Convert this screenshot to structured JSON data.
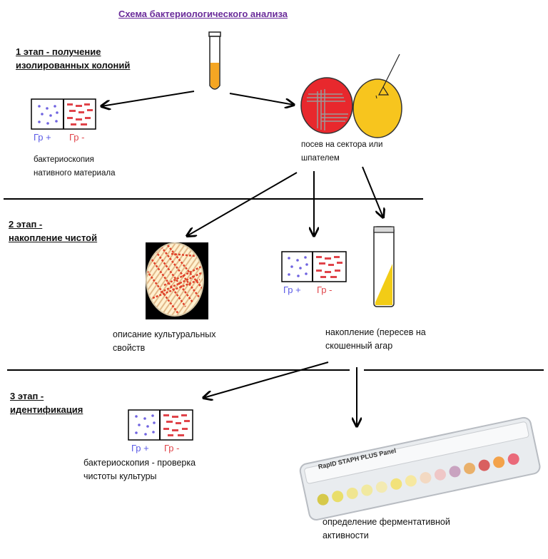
{
  "title": "Схема бактериологического анализа",
  "stage1": {
    "line1": "1 этап - получение",
    "line2": "изолированных колоний"
  },
  "stage2": {
    "line1": "2 этап -",
    "line2": "накопление чистой"
  },
  "stage3": {
    "line1": "3 этап -",
    "line2": "идентификация"
  },
  "gram": {
    "positive": "Гр +",
    "negative": "Гр -"
  },
  "captions": {
    "native_bacterioscopy_1": "бактериоскопия",
    "native_bacterioscopy_2": "нативного материала",
    "sector_seeding_1": "посев на сектора или",
    "sector_seeding_2": "шпателем",
    "cultural_props_1": "описание культуральных",
    "cultural_props_2": "свойств",
    "accumulation_1": "накопление (пересев на",
    "accumulation_2": "скошенный агар",
    "purity_check_1": "бактериоскопия - проверка",
    "purity_check_2": "чистоты культуры",
    "enzyme_activity_1": "определение ферментативной",
    "enzyme_activity_2": "активности"
  },
  "strip_label": "RapID STAPH PLUS Panel",
  "colors": {
    "title": "#6a2c9a",
    "gram_positive": "#5a5ae6",
    "gram_negative": "#e0444a",
    "tube_fill": "#f5a623",
    "plate_red": "#e8282d",
    "plate_yellow": "#f7c51e"
  }
}
